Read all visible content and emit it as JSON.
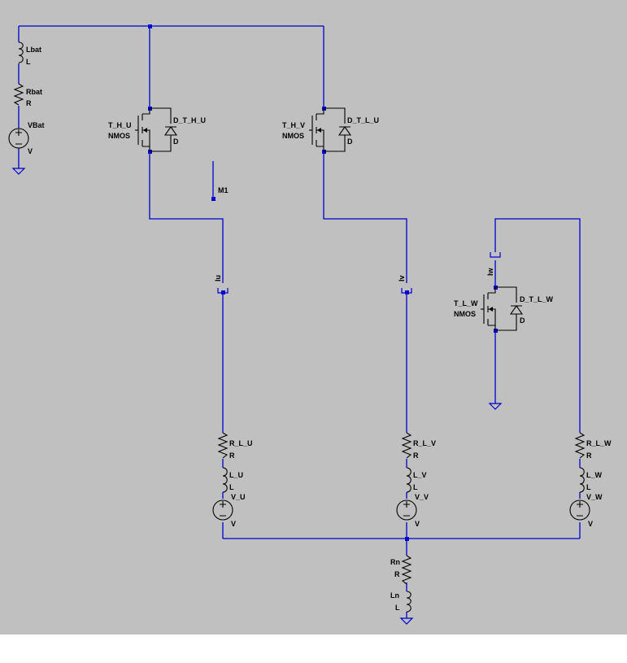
{
  "colors": {
    "background": "#c0c0c0",
    "wire": "#0000cc",
    "symbol": "#000000",
    "page": "#ffffff"
  },
  "components": {
    "Lbat": {
      "name": "Lbat",
      "value": "L"
    },
    "Rbat": {
      "name": "Rbat",
      "value": "R"
    },
    "VBat": {
      "name": "VBat",
      "value": "V"
    },
    "T_H_U": {
      "name": "T_H_U",
      "value": "NMOS"
    },
    "D_T_H_U": {
      "name": "D_T_H_U",
      "value": "D"
    },
    "T_H_V": {
      "name": "T_H_V",
      "value": "NMOS"
    },
    "D_T_L_U": {
      "name": "D_T_L_U",
      "value": "D"
    },
    "T_L_W": {
      "name": "T_L_W",
      "value": "NMOS"
    },
    "D_T_L_W": {
      "name": "D_T_L_W",
      "value": "D"
    },
    "M1": {
      "name": "M1"
    },
    "R_L_U": {
      "name": "R_L_U",
      "value": "R"
    },
    "L_U": {
      "name": "L_U",
      "value": "L"
    },
    "V_U": {
      "name": "V_U",
      "value": "V"
    },
    "R_L_V": {
      "name": "R_L_V",
      "value": "R"
    },
    "L_V": {
      "name": "L_V",
      "value": "L"
    },
    "V_V": {
      "name": "V_V",
      "value": "V"
    },
    "R_L_W": {
      "name": "R_L_W",
      "value": "R"
    },
    "L_W": {
      "name": "L_W",
      "value": "L"
    },
    "V_W": {
      "name": "V_W",
      "value": "V"
    },
    "Rn": {
      "name": "Rn",
      "value": "R"
    },
    "Ln": {
      "name": "Ln",
      "value": "L"
    }
  },
  "probes": {
    "Iu": "Iu",
    "Iv": "Iv",
    "Iw": "Iw"
  }
}
